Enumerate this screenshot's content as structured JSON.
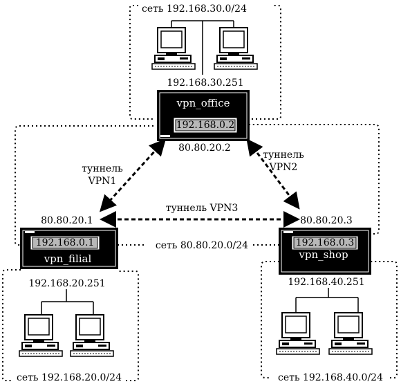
{
  "networks": {
    "office_net": "сеть 192.168.30.0/24",
    "filial_net": "сеть 192.168.20.0/24",
    "shop_net": "сеть 192.168.40.0/24",
    "wan_net": "сеть 80.80.20.0/24"
  },
  "routers": {
    "office": {
      "name": "vpn_office",
      "vpn_ip": "192.168.0.2",
      "lan_ip": "192.168.30.251",
      "wan_ip": "80.80.20.2"
    },
    "filial": {
      "name": "vpn_filial",
      "vpn_ip": "192.168.0.1",
      "lan_ip": "192.168.20.251",
      "wan_ip": "80.80.20.1"
    },
    "shop": {
      "name": "vpn_shop",
      "vpn_ip": "192.168.0.3",
      "lan_ip": "192.168.40.251",
      "wan_ip": "80.80.20.3"
    }
  },
  "tunnels": {
    "vpn1": {
      "line1": "туннель",
      "line2": "VPN1"
    },
    "vpn2": {
      "line1": "туннель",
      "line2": "VPN2"
    },
    "vpn3": "туннель VPN3"
  }
}
